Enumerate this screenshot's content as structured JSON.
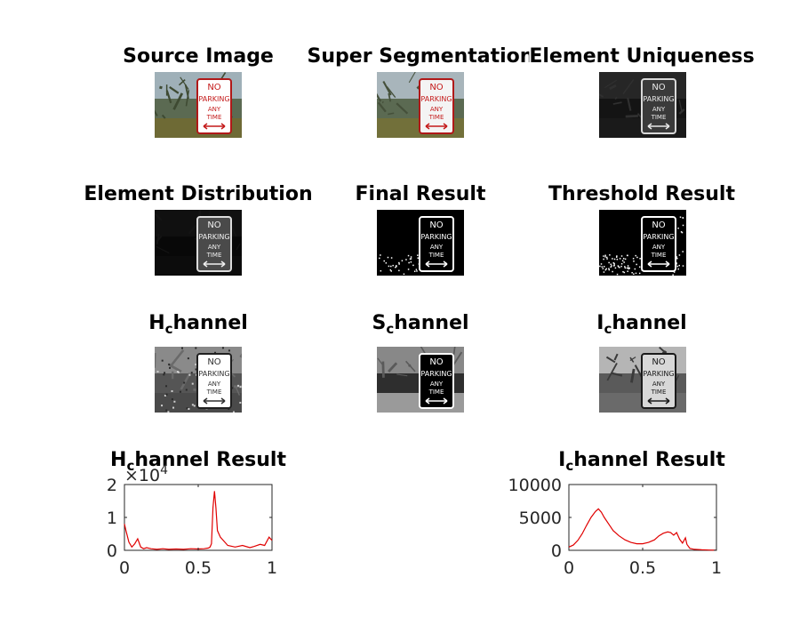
{
  "panels": [
    {
      "title": "Source Image",
      "kind": "source"
    },
    {
      "title": "Super Segmentation",
      "kind": "superseg"
    },
    {
      "title": "Element Uniqueness",
      "kind": "uniqueness"
    },
    {
      "title": "Element Distribution",
      "kind": "distribution"
    },
    {
      "title": "Final Result",
      "kind": "final"
    },
    {
      "title": "Threshold Result",
      "kind": "threshold"
    },
    {
      "title_main": "H",
      "title_sub": "c",
      "title_rest": "hannel",
      "kind": "hchannel"
    },
    {
      "title_main": "S",
      "title_sub": "c",
      "title_rest": "hannel",
      "kind": "schannel"
    },
    {
      "title_main": "I",
      "title_sub": "c",
      "title_rest": "hannel",
      "kind": "ichannel"
    }
  ],
  "sign_text": [
    "NO",
    "PARKING",
    "ANY",
    "TIME"
  ],
  "chart_data": [
    {
      "type": "line",
      "title_main": "H",
      "title_sub": "c",
      "title_rest": "hannel Result",
      "exponent_label": "×10",
      "exponent_power": "4",
      "xlim": [
        0,
        1
      ],
      "ylim": [
        0,
        2
      ],
      "x_ticks": [
        "0",
        "0.5",
        "1"
      ],
      "y_ticks": [
        "0",
        "1",
        "2"
      ],
      "color": "#e00000",
      "series": [
        {
          "x": [
            0,
            0.01,
            0.03,
            0.05,
            0.07,
            0.09,
            0.11,
            0.13,
            0.15,
            0.18,
            0.22,
            0.26,
            0.3,
            0.35,
            0.4,
            0.45,
            0.5,
            0.54,
            0.57,
            0.58,
            0.59,
            0.6,
            0.61,
            0.62,
            0.63,
            0.65,
            0.67,
            0.7,
            0.75,
            0.8,
            0.85,
            0.88,
            0.92,
            0.95,
            0.98,
            1.0
          ],
          "y": [
            0.8,
            0.6,
            0.25,
            0.1,
            0.2,
            0.35,
            0.1,
            0.05,
            0.08,
            0.05,
            0.03,
            0.05,
            0.03,
            0.04,
            0.03,
            0.05,
            0.04,
            0.05,
            0.07,
            0.1,
            0.2,
            1.3,
            1.8,
            1.3,
            0.6,
            0.4,
            0.3,
            0.15,
            0.1,
            0.15,
            0.08,
            0.12,
            0.18,
            0.15,
            0.4,
            0.3
          ]
        }
      ]
    },
    {
      "type": "line",
      "title_main": "I",
      "title_sub": "c",
      "title_rest": "hannel Result",
      "xlim": [
        0,
        1
      ],
      "ylim": [
        0,
        10000
      ],
      "x_ticks": [
        "0",
        "0.5",
        "1"
      ],
      "y_ticks": [
        "0",
        "5000",
        "10000"
      ],
      "color": "#e00000",
      "series": [
        {
          "x": [
            0,
            0.03,
            0.06,
            0.09,
            0.12,
            0.15,
            0.18,
            0.2,
            0.22,
            0.24,
            0.27,
            0.3,
            0.34,
            0.38,
            0.42,
            0.46,
            0.5,
            0.54,
            0.58,
            0.61,
            0.64,
            0.67,
            0.69,
            0.71,
            0.73,
            0.75,
            0.77,
            0.78,
            0.79,
            0.8,
            0.82,
            0.85,
            0.9,
            0.95,
            1.0
          ],
          "y": [
            500,
            800,
            1500,
            2500,
            3800,
            5000,
            5900,
            6300,
            5800,
            5000,
            4000,
            3000,
            2200,
            1600,
            1200,
            1000,
            1000,
            1200,
            1600,
            2200,
            2600,
            2800,
            2700,
            2300,
            2700,
            1700,
            1100,
            1500,
            1900,
            900,
            300,
            150,
            80,
            40,
            20
          ]
        }
      ]
    }
  ]
}
